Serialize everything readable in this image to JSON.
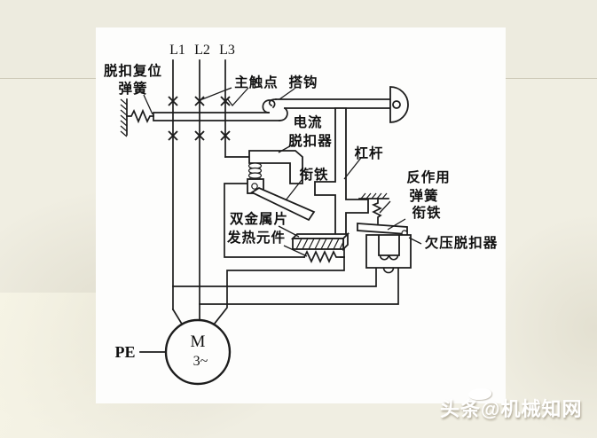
{
  "page": {
    "colors": {
      "background": "#f0eee2",
      "panel": "#fdfdfc",
      "ink": "#1c1c1c",
      "watermark_text": "#ffffff"
    }
  },
  "watermark": {
    "text": "头条@机械知网"
  },
  "diagram": {
    "phases": {
      "l1": "L1",
      "l2": "L2",
      "l3": "L3"
    },
    "labels": {
      "trip_reset_spring_line1": "脱扣复位",
      "trip_reset_spring_line2": "弹簧",
      "main_contacts": "主触点",
      "latch_hook": "搭钩",
      "current_release_line1": "电流",
      "current_release_line2": "脱扣器",
      "lever": "杠杆",
      "armature_left": "衔铁",
      "reaction_spring_line1": "反作用",
      "reaction_spring_line2": "弹簧",
      "armature_right": "衔铁",
      "undervoltage_release": "欠压脱扣器",
      "bimetallic_strip": "双金属片",
      "heating_element": "发热元件",
      "pe": "PE",
      "motor_letter": "M",
      "motor_phase": "3~"
    }
  }
}
